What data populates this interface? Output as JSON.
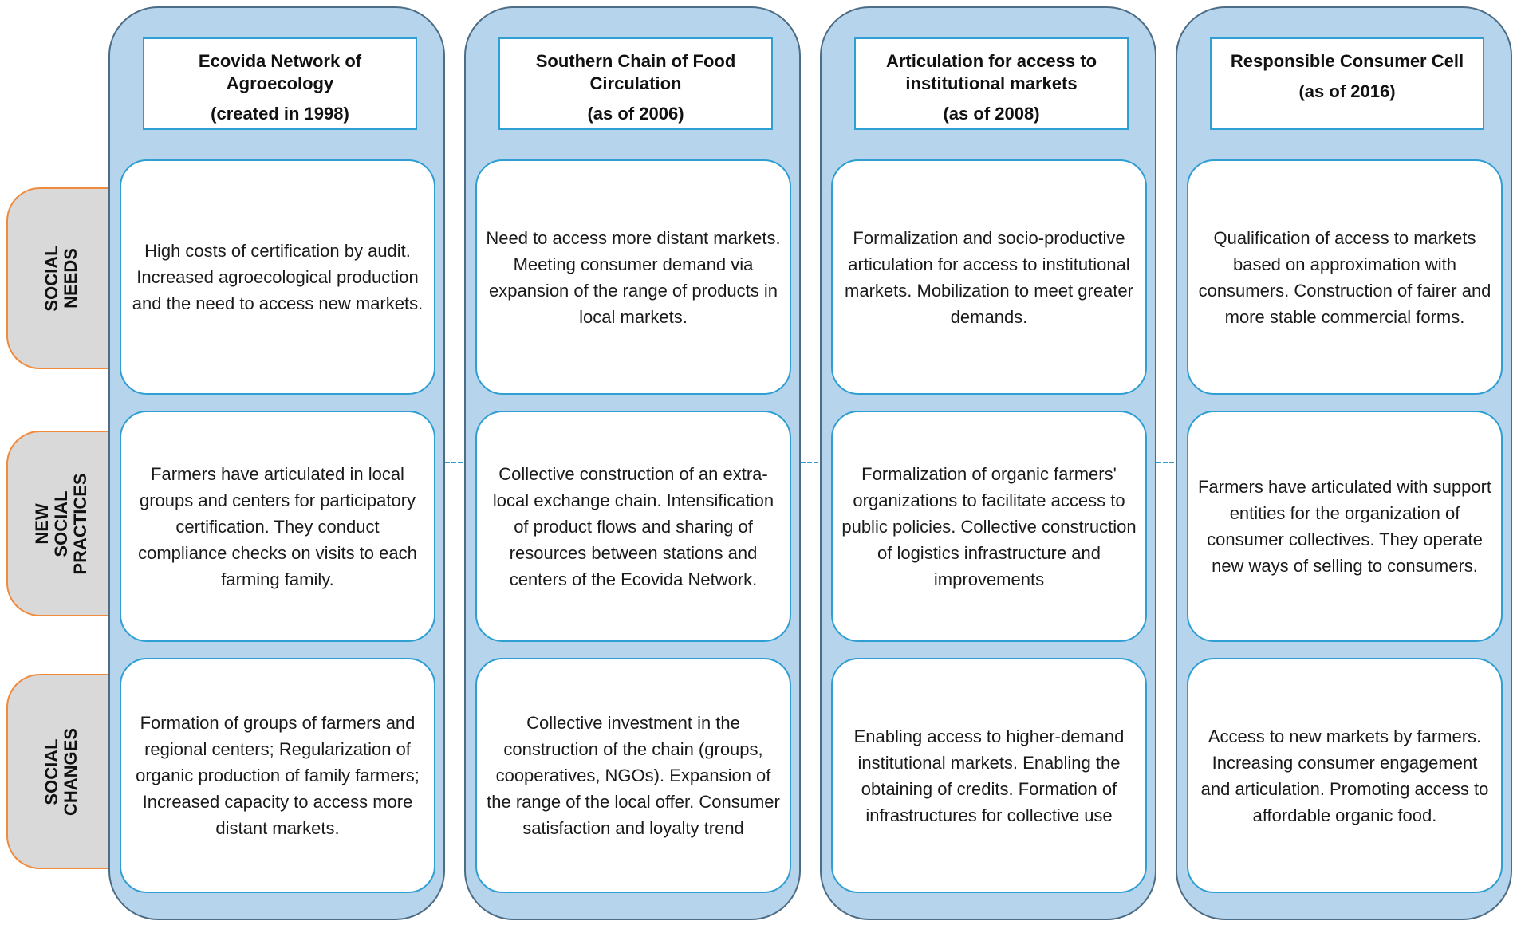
{
  "row_labels": [
    "SOCIAL\nNEEDS",
    "NEW\nSOCIAL\nPRACTICES",
    "SOCIAL\nCHANGES"
  ],
  "columns": [
    {
      "title": "Ecovida Network of Agroecology",
      "date": "(created in 1998)",
      "social_needs": "High costs of certification by audit. Increased agroecological production and the need to access new markets.",
      "new_social_practices": "Farmers have articulated in local groups and centers for participatory certification. They conduct compliance checks on visits to each farming family.",
      "social_changes": "Formation of groups of farmers and regional centers; Regularization of organic production of family farmers; Increased capacity to access more distant markets."
    },
    {
      "title": "Southern Chain of Food Circulation",
      "date": "(as of 2006)",
      "social_needs": "Need to access more distant markets. Meeting consumer demand via expansion of the range of products in local markets.",
      "new_social_practices": "Collective construction of an extra-local exchange chain. Intensification of product flows and sharing of resources between stations and centers of the Ecovida Network.",
      "social_changes": "Collective investment in the construction of the chain (groups, cooperatives, NGOs). Expansion of the range of the local offer. Consumer satisfaction and loyalty trend"
    },
    {
      "title": "Articulation for access to institutional markets",
      "date": "(as of 2008)",
      "social_needs": "Formalization and socio-productive articulation for access to institutional markets. Mobilization to meet greater demands.",
      "new_social_practices": "Formalization of organic farmers' organizations to facilitate access to public policies. Collective construction of logistics infrastructure and improvements",
      "social_changes": "Enabling access to higher-demand institutional markets. Enabling the obtaining of credits. Formation of infrastructures for collective use"
    },
    {
      "title": "Responsible Consumer Cell",
      "date": "(as of 2016)",
      "social_needs": "Qualification of access to markets based on approximation with consumers. Construction of fairer and more stable commercial forms.",
      "new_social_practices": "Farmers have articulated with support entities for the organization of consumer collectives. They operate new ways of selling to consumers.",
      "social_changes": "Access to new markets by farmers. Increasing consumer engagement and articulation. Promoting access to affordable organic food."
    }
  ]
}
